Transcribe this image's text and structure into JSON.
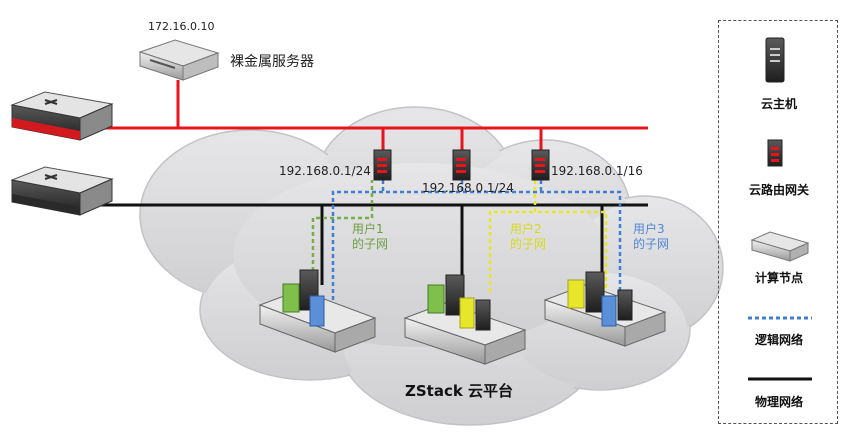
{
  "labels": {
    "baremetal_ip": "172.16.0.10",
    "baremetal_name": "裸金属服务器",
    "gw1_ip": "192.168.0.1/24",
    "gw2_ip": "192.168.0.1/24",
    "gw3_ip": "192.168.0.1/16",
    "subnet1": [
      "用户1",
      "的子网"
    ],
    "subnet2": [
      "用户2",
      "的子网"
    ],
    "subnet3": [
      "用户3",
      "的子网"
    ],
    "platform": "ZStack 云平台"
  },
  "legend": {
    "vm": "云主机",
    "router": "云路由网关",
    "compute": "计算节点",
    "logical": "逻辑网络",
    "physical": "物理网络"
  },
  "colors": {
    "physical_red": "#e8141b",
    "physical_black": "#111111",
    "logical_blue": "#3f7fd1",
    "user1": "#79ad4a",
    "user2": "#e6e62a",
    "user3": "#4f86d6",
    "cloud": "#d7d7d9"
  }
}
